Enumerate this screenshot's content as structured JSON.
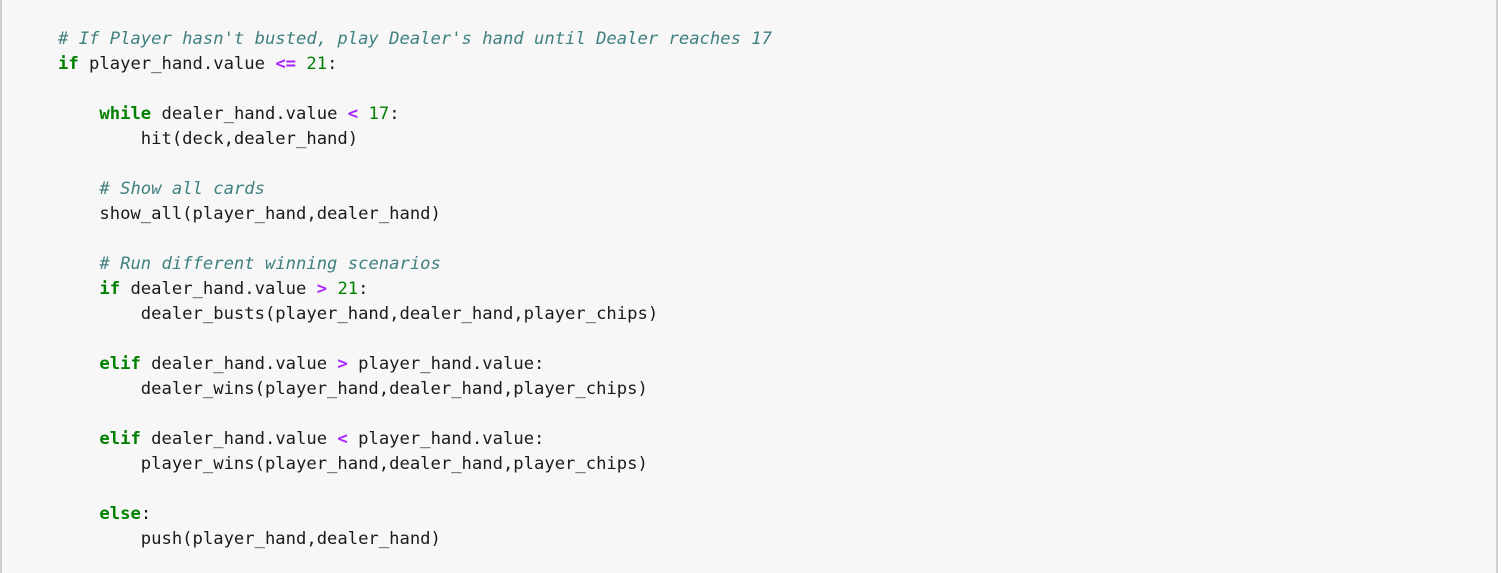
{
  "colors": {
    "comment": "#408080",
    "keyword": "#008000",
    "operator": "#aa22ff",
    "number": "#008000",
    "text": "#1a1a1a",
    "background": "#f7f7f7"
  },
  "lines": [
    [
      {
        "t": "# If Player hasn't busted, play Dealer's hand until Dealer reaches 17",
        "c": "cm"
      }
    ],
    [
      {
        "t": "if",
        "c": "kw"
      },
      {
        "t": " player_hand.value "
      },
      {
        "t": "<=",
        "c": "op"
      },
      {
        "t": " "
      },
      {
        "t": "21",
        "c": "num"
      },
      {
        "t": ":"
      }
    ],
    [],
    [
      {
        "t": "    "
      },
      {
        "t": "while",
        "c": "kw"
      },
      {
        "t": " dealer_hand.value "
      },
      {
        "t": "<",
        "c": "op"
      },
      {
        "t": " "
      },
      {
        "t": "17",
        "c": "num"
      },
      {
        "t": ":"
      }
    ],
    [
      {
        "t": "        hit(deck,dealer_hand)"
      }
    ],
    [],
    [
      {
        "t": "    "
      },
      {
        "t": "# Show all cards",
        "c": "cm"
      }
    ],
    [
      {
        "t": "    show_all(player_hand,dealer_hand)"
      }
    ],
    [],
    [
      {
        "t": "    "
      },
      {
        "t": "# Run different winning scenarios",
        "c": "cm"
      }
    ],
    [
      {
        "t": "    "
      },
      {
        "t": "if",
        "c": "kw"
      },
      {
        "t": " dealer_hand.value "
      },
      {
        "t": ">",
        "c": "op"
      },
      {
        "t": " "
      },
      {
        "t": "21",
        "c": "num"
      },
      {
        "t": ":"
      }
    ],
    [
      {
        "t": "        dealer_busts(player_hand,dealer_hand,player_chips)"
      }
    ],
    [],
    [
      {
        "t": "    "
      },
      {
        "t": "elif",
        "c": "kw"
      },
      {
        "t": " dealer_hand.value "
      },
      {
        "t": ">",
        "c": "op"
      },
      {
        "t": " player_hand.value:"
      }
    ],
    [
      {
        "t": "        dealer_wins(player_hand,dealer_hand,player_chips)"
      }
    ],
    [],
    [
      {
        "t": "    "
      },
      {
        "t": "elif",
        "c": "kw"
      },
      {
        "t": " dealer_hand.value "
      },
      {
        "t": "<",
        "c": "op"
      },
      {
        "t": " player_hand.value:"
      }
    ],
    [
      {
        "t": "        player_wins(player_hand,dealer_hand,player_chips)"
      }
    ],
    [],
    [
      {
        "t": "    "
      },
      {
        "t": "else",
        "c": "kw"
      },
      {
        "t": ":"
      }
    ],
    [
      {
        "t": "        push(player_hand,dealer_hand)"
      }
    ]
  ]
}
